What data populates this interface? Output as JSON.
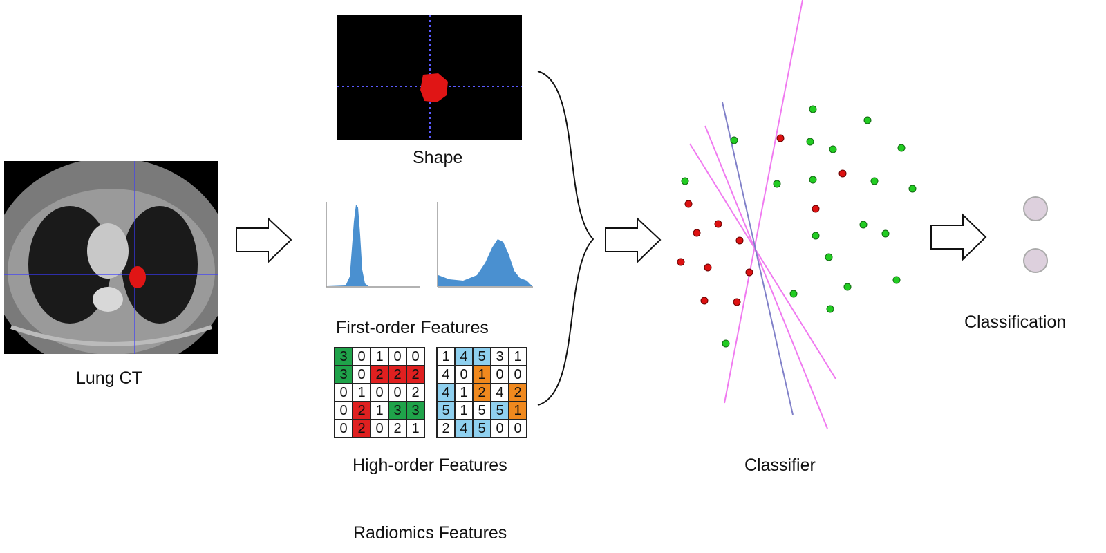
{
  "labels": {
    "lung_ct": "Lung CT",
    "shape": "Shape",
    "first_order": "First-order Features",
    "high_order": "High-order Features",
    "radiomics": "Radiomics Features",
    "classifier": "Classifier",
    "classification": "Classification"
  },
  "colors": {
    "arrow_stroke": "#111111",
    "shape_bg": "#000000",
    "crosshair": "#5a5aff",
    "tumor": "#e01515",
    "histogram": "#4a90d0",
    "green_cell": "#1fa34a",
    "red_cell": "#e02020",
    "blue_cell": "#8fd0ef",
    "orange_cell": "#f0891e",
    "point_green": "#22cc22",
    "point_red": "#dd1111",
    "boundary_pink": "#f07af0",
    "boundary_blue": "#8080c8",
    "class_circle": "#ddd0dd"
  },
  "glcm_left": [
    [
      [
        "3",
        "g"
      ],
      [
        "0",
        ""
      ],
      [
        "1",
        ""
      ],
      [
        "0",
        ""
      ],
      [
        "0",
        ""
      ]
    ],
    [
      [
        "3",
        "g"
      ],
      [
        "0",
        ""
      ],
      [
        "2",
        "r"
      ],
      [
        "2",
        "r"
      ],
      [
        "2",
        "r"
      ]
    ],
    [
      [
        "0",
        ""
      ],
      [
        "1",
        ""
      ],
      [
        "0",
        ""
      ],
      [
        "0",
        ""
      ],
      [
        "2",
        ""
      ]
    ],
    [
      [
        "0",
        ""
      ],
      [
        "2",
        "r"
      ],
      [
        "1",
        ""
      ],
      [
        "3",
        "g"
      ],
      [
        "3",
        "g"
      ]
    ],
    [
      [
        "0",
        ""
      ],
      [
        "2",
        "r"
      ],
      [
        "0",
        ""
      ],
      [
        "2",
        ""
      ],
      [
        "1",
        ""
      ]
    ]
  ],
  "glcm_right": [
    [
      [
        "1",
        ""
      ],
      [
        "4",
        "b"
      ],
      [
        "5",
        "b"
      ],
      [
        "3",
        ""
      ],
      [
        "1",
        ""
      ]
    ],
    [
      [
        "4",
        ""
      ],
      [
        "0",
        ""
      ],
      [
        "1",
        "o"
      ],
      [
        "0",
        ""
      ],
      [
        "0",
        ""
      ]
    ],
    [
      [
        "4",
        "b"
      ],
      [
        "1",
        ""
      ],
      [
        "2",
        "o"
      ],
      [
        "4",
        ""
      ],
      [
        "2",
        "o"
      ]
    ],
    [
      [
        "5",
        "b"
      ],
      [
        "1",
        ""
      ],
      [
        "5",
        ""
      ],
      [
        "5",
        "b"
      ],
      [
        "1",
        "o"
      ]
    ],
    [
      [
        "2",
        ""
      ],
      [
        "4",
        "b"
      ],
      [
        "5",
        "b"
      ],
      [
        "0",
        ""
      ],
      [
        "0",
        ""
      ]
    ]
  ]
}
